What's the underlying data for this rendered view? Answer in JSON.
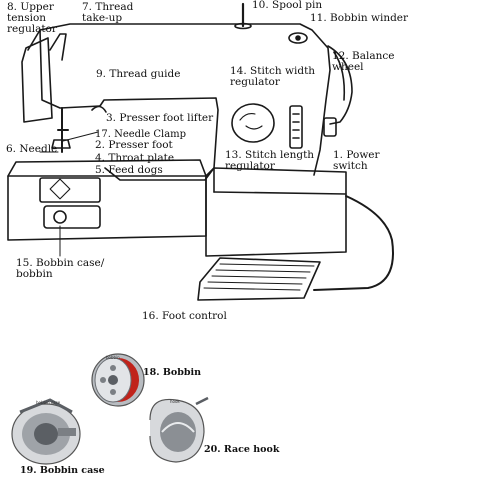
{
  "labels": {
    "upper_tension_regulator": "8. Upper\ntension\nregulator",
    "thread_takeup": "7. Thread\ntake-up",
    "spool_pin": "10. Spool pin",
    "bobbin_winder": "11. Bobbin winder",
    "balance_wheel": "12. Balance\nwheel",
    "thread_guide": "9. Thread guide",
    "stitch_width_regulator": "14. Stitch width\nregulator",
    "presser_foot_lifter": "3. Presser foot lifter",
    "needle_clamp": "17. Needle Clamp",
    "needle": "6. Needle",
    "presser_foot": "2. Presser foot",
    "throat_plate": "4. Throat plate",
    "feed_dogs": "5. Feed dogs",
    "stitch_length_regulator": "13. Stitch length\nregulator",
    "power_switch": "1. Power\nswitch",
    "bobbin_case_bobbin": "15. Bobbin case/\nbobbin",
    "foot_control": "16. Foot control",
    "bobbin": "18.  Bobbin",
    "bobbin_case": "19.  Bobbin case",
    "race_hook": "20. Race hook",
    "photo_tag_bobbin": "bobbin",
    "photo_tag_bobbin_case": "bobbin case",
    "photo_tag_race_hook": "hook"
  },
  "colors": {
    "line": "#1a1a1a",
    "thread_red": "#c0231b",
    "metal_light": "#d7d9dc",
    "metal_mid": "#9fa3a8",
    "metal_dark": "#5b5f64"
  }
}
